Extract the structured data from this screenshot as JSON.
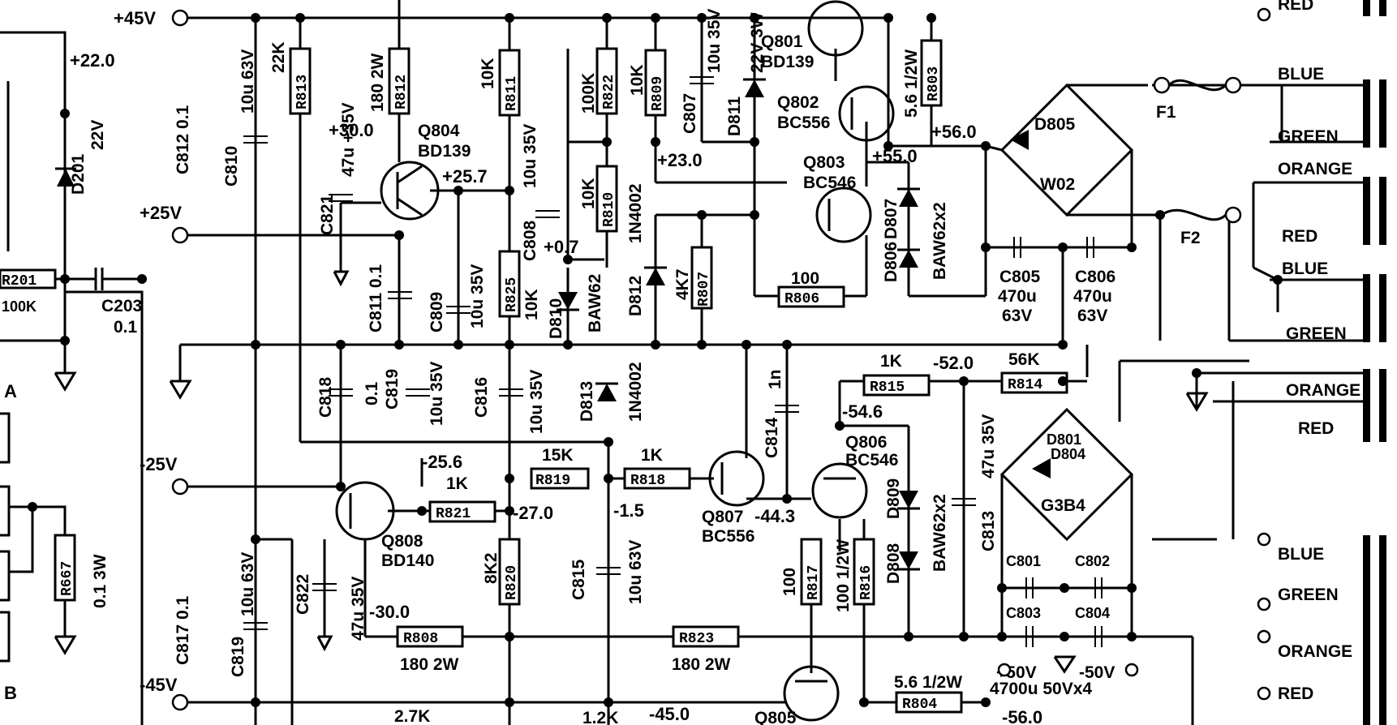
{
  "rails": {
    "p45": "+45V",
    "p25": "+25V",
    "m25": "-25V",
    "m45": "-45V"
  },
  "voltages": {
    "v22": "+22.0",
    "v30": "+30.0",
    "v257": "+25.7",
    "v07": "+0.7",
    "v230": "+23.0",
    "v550": "+55.0",
    "v560": "+56.0",
    "vm520": "-52.0",
    "vm546": "-54.6",
    "vm256": "-25.6",
    "vm270": "-27.0",
    "vm15": "-1.5",
    "vm443": "-44.3",
    "vm300": "-30.0",
    "vm450": "-45.0",
    "vm560": "-56.0"
  },
  "components": {
    "R201": "R201",
    "R201v": "100K",
    "D201": "D201",
    "D201v": "22V",
    "C203": "C203",
    "C203v": "0.1",
    "R667": "R667",
    "R667v": "0.1 3W",
    "C812": "C812 0.1",
    "C810": "C810",
    "C810v": "10u 63V",
    "R813": "R813",
    "R813v": "22K",
    "R812": "R812",
    "R812v": "180 2W",
    "C821": "C821",
    "C821v": "47u +35V",
    "Q804": "Q804",
    "Q804t": "BD139",
    "C811": "C811 0.1",
    "C809": "C809",
    "C809v": "10u 35V",
    "R811": "R811",
    "R811v": "10K",
    "R825": "R825",
    "R825v": "10K",
    "C808": "C808",
    "C808v": "10u 35V",
    "R822": "R822",
    "R822v": "100K",
    "R810": "R810",
    "R810v": "10K",
    "D810": "D810",
    "D810t": "BAW62",
    "R809": "R809",
    "R809v": "10K",
    "D812": "D812",
    "D812t": "1N4002",
    "C807": "C807",
    "C807v": "10u 35V",
    "D811": "D811",
    "D811v": "22V 3W",
    "R807": "R807",
    "R807v": "4K7",
    "Q801": "Q801",
    "Q801t": "BD139",
    "Q802": "Q802",
    "Q802t": "BC556",
    "Q803": "Q803",
    "Q803t": "BC546",
    "R806": "R806",
    "R806v": "100",
    "R803": "R803",
    "R803v": "5.6 1/2W",
    "D807": "D807",
    "D806": "D806",
    "D806t": "BAW62x2",
    "D805": "D805",
    "D805t": "W02",
    "F1": "F1",
    "F2": "F2",
    "C805": "C805",
    "C805v1": "470u",
    "C805v2": "63V",
    "C806": "C806",
    "C806v1": "470u",
    "C806v2": "63V",
    "C818": "C818",
    "C818v": "0.1",
    "C819": "C819",
    "C819v": "10u 35V",
    "C816": "C816",
    "C816v": "10u 35V",
    "D813": "D813",
    "D813t": "1N4002",
    "C814": "C814",
    "C814v": "1n",
    "R815": "R815",
    "R815v": "1K",
    "R814": "R814",
    "R814v": "56K",
    "Q806": "Q806",
    "Q806t": "BC546",
    "D809": "D809",
    "D808": "D808",
    "D808t": "BAW62x2",
    "C813": "C813",
    "C813v": "47u 35V",
    "R819": "R819",
    "R819v": "15K",
    "R818": "R818",
    "R818v": "1K",
    "Q807": "Q807",
    "Q807t": "BC556",
    "R821": "R821",
    "R821v": "1K",
    "Q808": "Q808",
    "Q808t": "BD140",
    "C822": "C822",
    "C822v": "47u 35V",
    "R820": "R820",
    "R820v": "8K2",
    "C815": "C815",
    "C815v": "10u 63V",
    "R817": "R817",
    "R817v": "100",
    "R816": "R816",
    "R816v": "100 1/2W",
    "C817": "C817 0.1",
    "C819b": "C819",
    "C819bv": "10u 63V",
    "R808": "R808",
    "R808v": "180 2W",
    "R823": "R823",
    "R823v": "180 2W",
    "Q805": "Q805",
    "R804": "R804",
    "R804v": "5.6 1/2W",
    "R27K": "2.7K",
    "R12K": "1.2K",
    "D801": "D801",
    "D804": "D804",
    "D801t": "G3B4",
    "C801": "C801",
    "C802": "C802",
    "C803": "C803",
    "C804": "C804",
    "Cbankv": "4700u 50Vx4",
    "p50": "+50V",
    "m50": "-50V"
  },
  "wires": {
    "blue1": "BLUE",
    "green1": "GREEN",
    "orange1": "ORANGE",
    "red1": "RED",
    "blue2": "BLUE",
    "green2": "GREEN",
    "orange2": "ORANGE",
    "red2": "RED",
    "blue3": "BLUE",
    "green3": "GREEN",
    "orange3": "ORANGE",
    "red3": "RED",
    "red0": "RED"
  },
  "sections": {
    "A": "A",
    "B": "B"
  }
}
